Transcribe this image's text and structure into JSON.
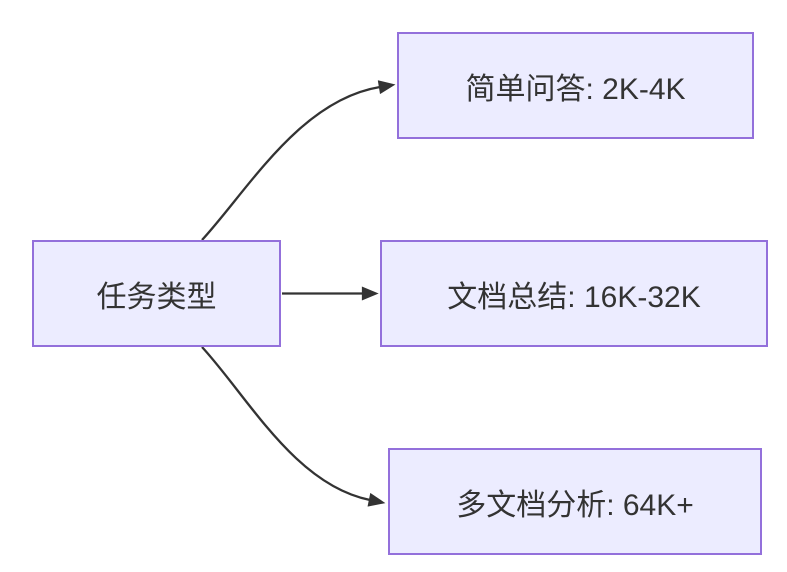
{
  "diagram": {
    "type": "flowchart",
    "direction": "left-to-right",
    "nodes": {
      "root": {
        "label": "任务类型"
      },
      "children": [
        {
          "label": "简单问答: 2K-4K"
        },
        {
          "label": "文档总结: 16K-32K"
        },
        {
          "label": "多文档分析: 64K+"
        }
      ]
    },
    "edges": [
      {
        "from": "任务类型",
        "to": "简单问答: 2K-4K"
      },
      {
        "from": "任务类型",
        "to": "文档总结: 16K-32K"
      },
      {
        "from": "任务类型",
        "to": "多文档分析: 64K+"
      }
    ]
  },
  "theme": {
    "background": "#FFFFFF",
    "node_fill": "#ECECFF",
    "node_border": "#9370DB",
    "edge_color": "#333333",
    "text_color": "#333333"
  }
}
